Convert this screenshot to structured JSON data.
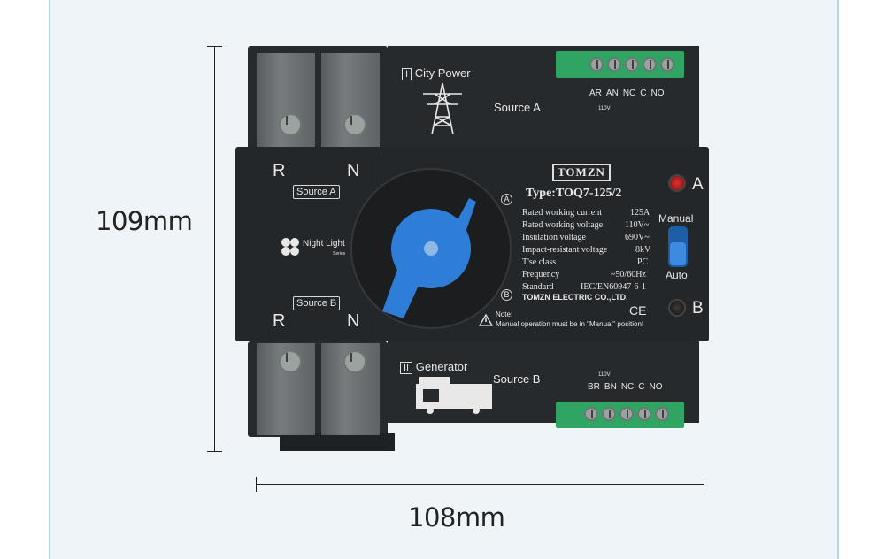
{
  "dimensions": {
    "height": "109mm",
    "width": "108mm"
  },
  "device": {
    "top": {
      "mark": "I",
      "title": "City Power",
      "source": "Source A",
      "terminals": [
        "AR",
        "AN",
        "NC",
        "C",
        "NO"
      ],
      "voltage": "110V"
    },
    "bottom": {
      "mark": "II",
      "title": "Generator",
      "source": "Source B",
      "terminals": [
        "BR",
        "BN",
        "NC",
        "C",
        "NO"
      ],
      "voltage": "110V"
    },
    "left": {
      "r_top": "R",
      "n_top": "N",
      "source_a": "Source A",
      "r_bot": "R",
      "n_bot": "N",
      "source_b": "Source B",
      "series_name": "Night Light",
      "series_sub": "Series"
    },
    "dial": {
      "a": "A",
      "b": "B"
    },
    "brand": "TOMZN",
    "type": "Type:TOQ7-125/2",
    "specs": [
      {
        "label": "Rated working current",
        "value": "125A"
      },
      {
        "label": "Rated working voltage",
        "value": "110V~"
      },
      {
        "label": "Insulation voltage",
        "value": "690V~"
      },
      {
        "label": "Impact-resistant voltage",
        "value": "8kV"
      },
      {
        "label": "T'se class",
        "value": "PC"
      },
      {
        "label": "Frequency",
        "value": "~50/60Hz"
      },
      {
        "label": "Standard",
        "value": "IEC/EN60947-6-1"
      }
    ],
    "maker": "TOMZN ELECTRIC CO.,LTD.",
    "ce": "CE",
    "note_title": "Note:",
    "note_text": "Manual operation must be in \"Manual\" position!",
    "indicator_a": "A",
    "indicator_b": "B",
    "switch_manual": "Manual",
    "switch_auto": "Auto",
    "colors": {
      "body": "#272a2d",
      "handle": "#2e7ed8",
      "terminal": "#2fa463",
      "led_a": "#b01818"
    }
  }
}
